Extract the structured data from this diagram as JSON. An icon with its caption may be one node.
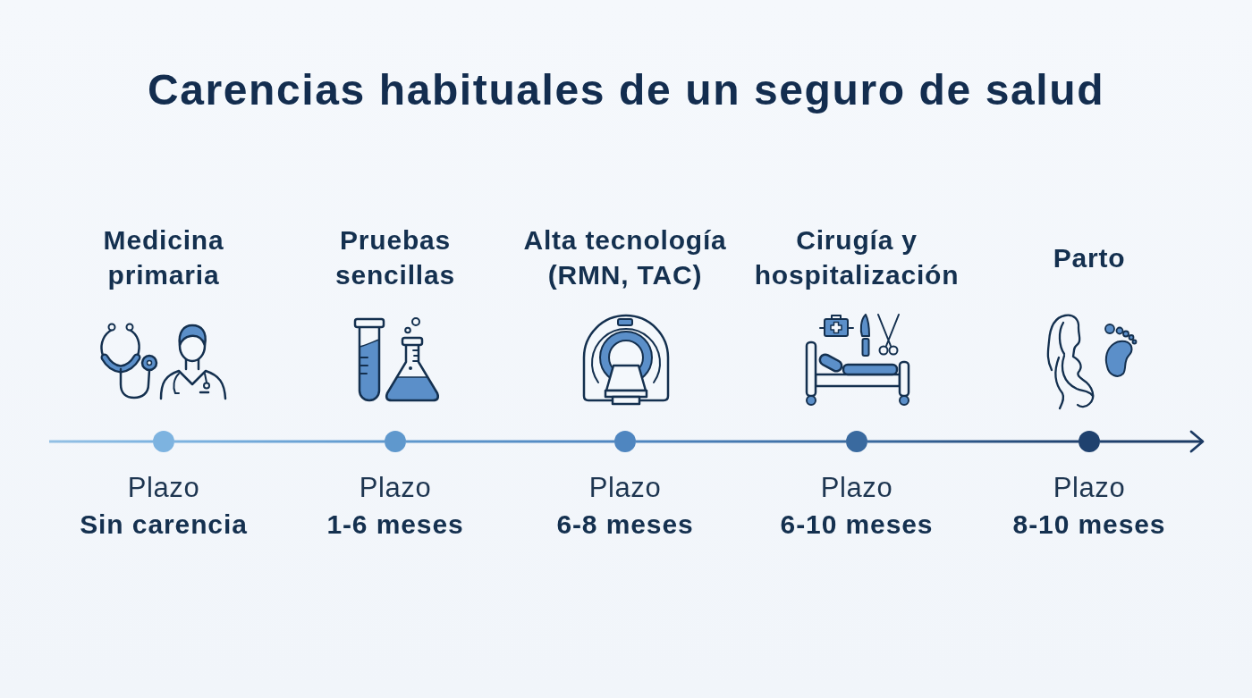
{
  "diagram": {
    "title": "Carencias habituales de un seguro de salud",
    "nodes": [
      {
        "text": [],
        "shape": "circle",
        "beside": [
          "Plazo",
          "Sin carencia"
        ]
      },
      {
        "text": [],
        "shape": "circle",
        "beside": [
          "Plazo",
          "1-6 meses"
        ]
      },
      {
        "text": [],
        "shape": "circle",
        "beside": [
          "Plazo",
          "6-8 meses"
        ]
      },
      {
        "text": [],
        "shape": "circle",
        "beside": [
          "Plazo",
          "6-10 meses"
        ]
      },
      {
        "text": [],
        "shape": "circle",
        "beside": [
          "Plazo",
          "8-10 meses"
        ]
      }
    ],
    "edges": [
      {
        "from": null,
        "to": 0,
        "arrow": "none"
      },
      {
        "from": 0,
        "to": 1,
        "arrow": "none"
      },
      {
        "from": 1,
        "to": 2,
        "arrow": "none"
      },
      {
        "from": 2,
        "to": 3,
        "arrow": "none"
      },
      {
        "from": 3,
        "to": 4,
        "arrow": "none"
      },
      {
        "from": 4,
        "to": null,
        "arrow": "to"
      }
    ],
    "labels": [
      "Medicina primaria",
      "Pruebas sencillas",
      "Alta tecnología (RMN, TAC)",
      "Cirugía y hospitalización",
      "Parto"
    ]
  }
}
